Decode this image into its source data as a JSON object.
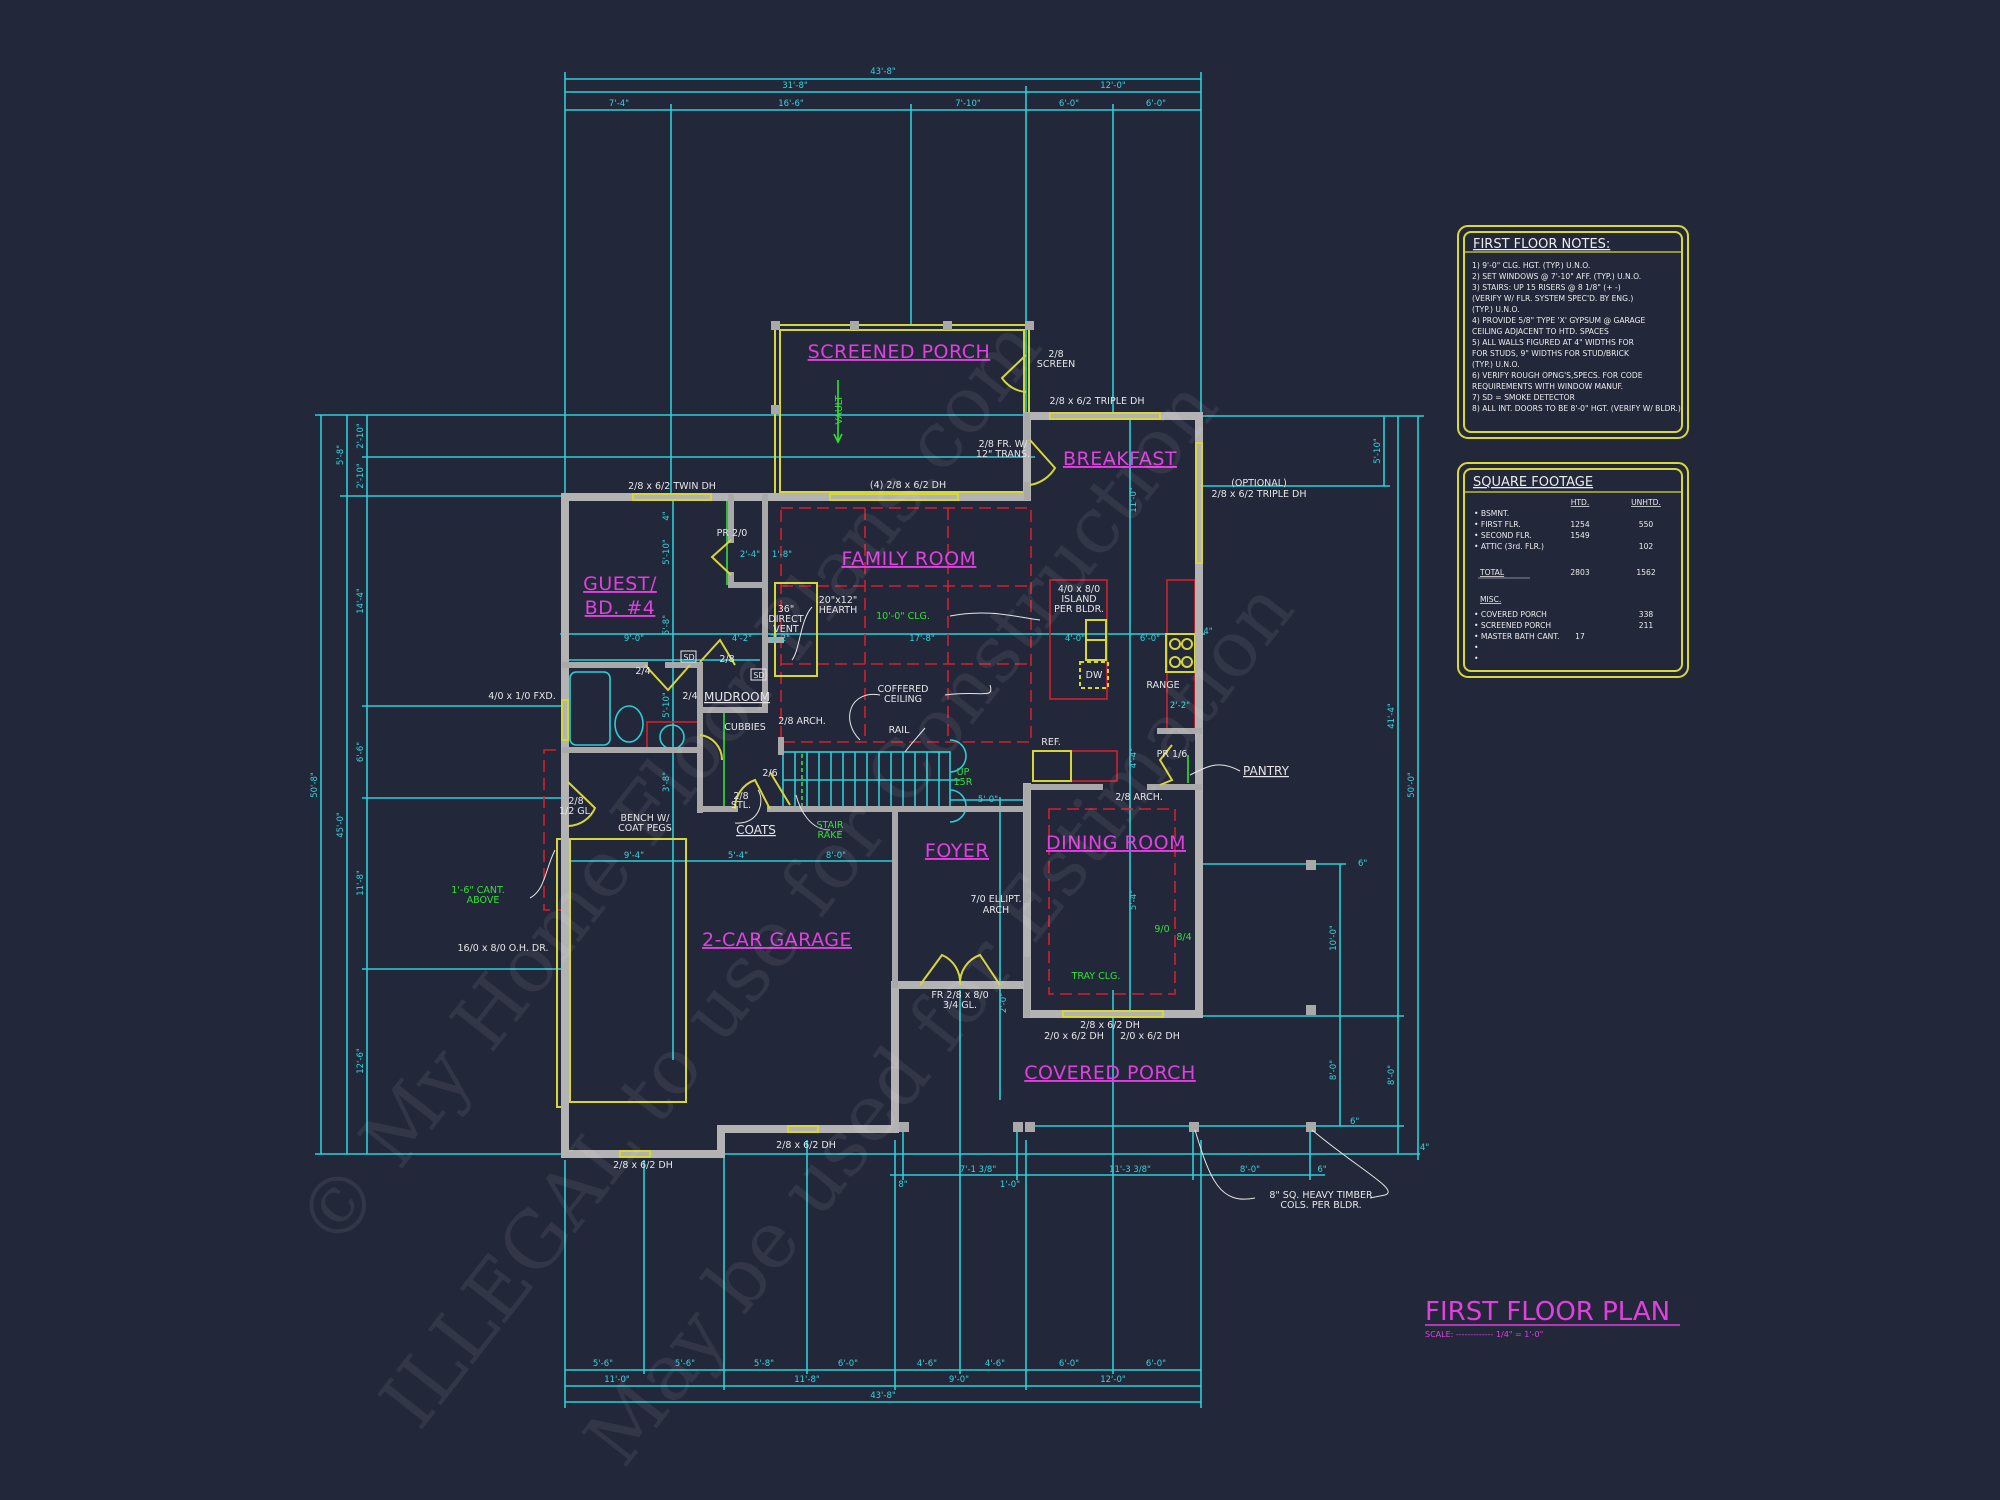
{
  "colors": {
    "background": "#23273a",
    "dimension": "#2ccfd6",
    "room_label": "#e23fe0",
    "wall": "#b3b3b3",
    "window_door": "#d6d63a",
    "ceiling": "#d2202c",
    "green_note": "#35e035"
  },
  "drawing": {
    "title": "FIRST FLOOR PLAN",
    "scale": "SCALE: ------------- 1/4\" = 1'-0\""
  },
  "rooms": {
    "screened_porch": "SCREENED PORCH",
    "breakfast": "BREAKFAST",
    "family_room": "FAMILY ROOM",
    "guest_1": "GUEST/",
    "guest_2": "BD. #4",
    "mudroom": "MUDROOM",
    "foyer": "FOYER",
    "dining_room": "DINING ROOM",
    "garage": "2-CAR GARAGE",
    "covered_porch": "COVERED PORCH",
    "pantry": "PANTRY",
    "coats": "COATS"
  },
  "labels": {
    "screen_door": [
      "2/8",
      "SCREEN"
    ],
    "triple_dh": "2/8 x 6/2 TRIPLE DH",
    "fr_door": [
      "2/8 FR. W/",
      "12\" TRANS."
    ],
    "four_dh": "(4) 2/8 x 6/2 DH",
    "twin_dh": "2/8 x 6/2 TWIN DH",
    "optional_dh": [
      "(OPTIONAL)",
      "2/8 x 6/2 TRIPLE DH"
    ],
    "pr_20": "PR 2/0",
    "hearth": [
      "20\"x12\"",
      "HEARTH"
    ],
    "direct_vent": [
      "36\"",
      "DIRECT",
      "VENT"
    ],
    "island": [
      "4/0 x 8/0",
      "ISLAND",
      "PER BLDR."
    ],
    "dw": "DW",
    "range": "RANGE",
    "door_24a": "2/4",
    "door_28": "2/8",
    "sd_1": "SD",
    "sd_2": "SD",
    "door_24b": "2/4",
    "fixed_window": "4/0 x 1/0 FXD.",
    "cubbies": "CUBBIES",
    "arch_28": "2/8 ARCH.",
    "coffered": [
      "COFFERED",
      "CEILING"
    ],
    "rail": "RAIL",
    "ref": "REF.",
    "pr_16": "PR 1/6",
    "door_26": "2/6",
    "stl_door": [
      "2/8",
      "STL."
    ],
    "gl_door": [
      "2/8",
      "1/2 GL."
    ],
    "bench": [
      "BENCH W/",
      "COAT PEGS"
    ],
    "arch_dining": "2/8 ARCH.",
    "garage_door": "16/0 x 8/0 O.H. DR.",
    "ellipt_arch": [
      "7/0 ELLIPT.",
      "ARCH"
    ],
    "front_door": [
      "FR 2/8 x 8/0",
      "3/4 GL."
    ],
    "dining_dh_1": "2/8 x 6/2 DH",
    "dining_dh_2": "2/0 x 6/2 DH",
    "dining_dh_3": "2/0 x 6/2 DH",
    "garage_dh_1": "2/8 x 6/2 DH",
    "garage_dh_2": "2/8 x 6/2 DH",
    "timber_cols": [
      "8\" SQ. HEAVY TIMBER",
      "COLS. PER BLDR."
    ]
  },
  "green_labels": {
    "vault": "VAULT",
    "clg_10": "10'-0\" CLG.",
    "stair_rake": [
      "STAIR",
      "RAKE"
    ],
    "up": [
      "UP",
      "15R"
    ],
    "cant": [
      "1'-6\" CANT.",
      "ABOVE"
    ],
    "tray": "TRAY CLG.",
    "d90": "9/0",
    "d84": "8/4"
  },
  "dimensions": {
    "top_overall": "43'-8\"",
    "top_mid": [
      "31'-8\"",
      "12'-0\""
    ],
    "top_detail": [
      "7'-4\"",
      "16'-6\"",
      "7'-10\"",
      "6'-0\"",
      "6'-0\""
    ],
    "bottom_detail": [
      "5'-6\"",
      "5'-6\"",
      "5'-8\"",
      "6'-0\"",
      "4'-6\"",
      "4'-6\"",
      "6'-0\"",
      "6'-0\""
    ],
    "bottom_mid": [
      "11'-0\"",
      "11'-8\"",
      "9'-0\"",
      "12'-0\""
    ],
    "bottom_overall": "43'-8\"",
    "left_overall": "50'-8\"",
    "left_mid": [
      "5'-8\"",
      "45'-0\""
    ],
    "left_detail": [
      "2'-10\"",
      "2'-10\"",
      "14'-4\"",
      "6'-6\"",
      "11'-8\"",
      "12'-6\""
    ],
    "right_overall": "50'-0\"",
    "right_mid": [
      "5'-10\"",
      "41'-4\"",
      "8'-0\""
    ],
    "right_porch": [
      "6\"",
      "10'-0\"",
      "8'-0\"",
      "6\"",
      "4\""
    ],
    "porch_bottom": [
      "8\"",
      "7'-1 3/8\"",
      "1'-0\"",
      "11'-3 3/8\"",
      "8'-0\"",
      "6\""
    ],
    "interior_row1": [
      "9'-0\"",
      "4'-2\"",
      "2'-2\"",
      "17'-8\"",
      "4'-0\"",
      "6'-0\"",
      "4\""
    ],
    "interior_row2": [
      "9'-4\"",
      "5'-4\"",
      "8'-0\""
    ],
    "interior_misc": [
      "2'-4\"",
      "1'-8\"",
      "5'-0\"",
      "2'-2\"",
      "4'-4\"",
      "11'-0\"",
      "5'-4\"",
      "2'-0\""
    ],
    "interior_vert": [
      "4\"",
      "5'-10\"",
      "5'-8\"",
      "5'-10\"",
      "3'-8\""
    ]
  },
  "notes": {
    "title": "FIRST FLOOR NOTES:",
    "items": [
      "1) 9'-0\"  CLG. HGT. (TYP.) U.N.O.",
      "2) SET WINDOWS @ 7'-10\" AFF. (TYP.) U.N.O.",
      "3) STAIRS: UP 15 RISERS @ 8 1/8\" (+ -)",
      "    (VERIFY W/ FLR. SYSTEM SPEC'D. BY ENG.)",
      "    (TYP.) U.N.O.",
      "4) PROVIDE 5/8\" TYPE 'X' GYPSUM @ GARAGE",
      "    CEILING ADJACENT TO HTD. SPACES",
      "5) ALL WALLS FIGURED AT 4\" WIDTHS FOR",
      "    FOR STUDS, 9\" WIDTHS FOR STUD/BRICK",
      "    (TYP.) U.N.O.",
      "6) VERIFY ROUGH OPNG'S,SPECS. FOR CODE",
      "    REQUIREMENTS WITH WINDOW MANUF.",
      "7) SD = SMOKE DETECTOR",
      "8) ALL INT. DOORS TO BE 8'-0\" HGT. (VERIFY W/ BLDR.)"
    ]
  },
  "square_footage": {
    "title": "SQUARE FOOTAGE",
    "col_htd": "HTD.",
    "col_unhtd": "UNHTD.",
    "rows": [
      {
        "label": "• BSMNT.",
        "htd": "",
        "unhtd": ""
      },
      {
        "label": "• FIRST FLR.",
        "htd": "1254",
        "unhtd": "550"
      },
      {
        "label": "• SECOND FLR.",
        "htd": "1549",
        "unhtd": ""
      },
      {
        "label": "• ATTIC (3rd. FLR.)",
        "htd": "",
        "unhtd": "102"
      }
    ],
    "total": {
      "label": "TOTAL",
      "htd": "2803",
      "unhtd": "1562"
    },
    "misc_title": "MISC.",
    "misc": [
      {
        "label": "• COVERED PORCH",
        "htd": "",
        "unhtd": "338"
      },
      {
        "label": "• SCREENED PORCH",
        "htd": "",
        "unhtd": "211"
      },
      {
        "label": "• MASTER BATH CANT.",
        "htd": "17",
        "unhtd": ""
      },
      {
        "label": "•",
        "htd": "",
        "unhtd": ""
      },
      {
        "label": "•",
        "htd": "",
        "unhtd": ""
      }
    ]
  },
  "watermark": [
    "© My Home Floor Plans.com",
    "ILLEGAL to use for Construction",
    "May be used for Estimation"
  ]
}
